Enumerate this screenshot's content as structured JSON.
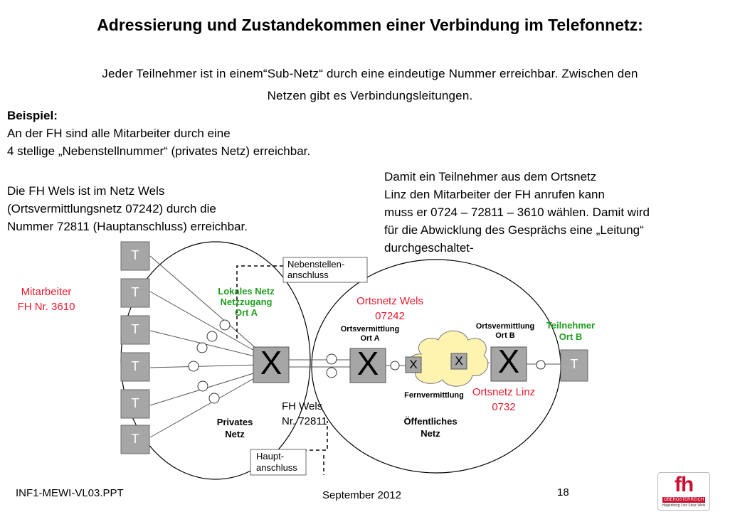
{
  "title": "Adressierung und Zustandekommen einer Verbindung im Telefonnetz:",
  "intro": {
    "line1": "Jeder Teilnehmer ist in einem“Sub-Netz“ durch eine eindeutige Nummer erreichbar. Zwischen den",
    "line2": "Netzen gibt es Verbindungsleitungen."
  },
  "example": {
    "heading": "Beispiel:",
    "line1": "An der FH sind alle Mitarbeiter durch eine",
    "line2": "4 stellige „Nebenstellnummer“ (privates Netz) erreichbar."
  },
  "left_text": {
    "line1": "Die FH Wels ist im Netz Wels",
    "line2": "(Ortsvermittlungsnetz 07242) durch die",
    "line3": "Nummer 72811 (Hauptanschluss) erreichbar."
  },
  "right_text": {
    "line1": "Damit ein Teilnehmer aus dem Ortsnetz",
    "line2": "Linz den Mitarbeiter der FH anrufen kann",
    "line3": "muss er 0724 – 72811 – 3610 wählen. Damit wird",
    "line4": "für die Abwicklung des Gesprächs eine „Leitung“",
    "line5": "durchgeschaltet-"
  },
  "diagram": {
    "phone_symbol": "T",
    "switch_symbol": "X",
    "mitarbeiter": {
      "line1": "Mitarbeiter",
      "line2": "FH Nr. 3610"
    },
    "nebenstelle": {
      "line1": "Nebenstellen-",
      "line2": "anschluss"
    },
    "lokales_netz": {
      "line1": "Lokales  Netz",
      "line2": "Netzzugang",
      "line3": "Ort A"
    },
    "ortsnetz_wels": {
      "line1": "Ortsnetz Wels",
      "line2": "07242"
    },
    "ortsvermittlung_a": {
      "line1": "Ortsvermittlung",
      "line2": "Ort A"
    },
    "ortsvermittlung_b": {
      "line1": "Ortsvermittlung",
      "line2": "Ort B"
    },
    "teilnehmer_b": {
      "line1": "Teilnehmer",
      "line2": "Ort B"
    },
    "fernvermittlung": "Fernvermittlung",
    "ortsnetz_linz": {
      "line1": "Ortsnetz Linz",
      "line2": "0732"
    },
    "fh_wels": {
      "line1": "FH Wels",
      "line2": "Nr. 72811"
    },
    "privates_netz": {
      "line1": "Privates",
      "line2": "Netz"
    },
    "oeffentliches_netz": {
      "line1": "Öffentliches",
      "line2": "Netz"
    },
    "hauptanschluss": {
      "line1": "Haupt-",
      "line2": "anschluss"
    }
  },
  "footer": {
    "left": "INF1-MEWI-VL03.PPT",
    "center": "September 2012",
    "page": "18",
    "logo": {
      "mark": "fh",
      "text": "OBERÖSTERREICH",
      "tagline": "Hagenberg  Linz  Steyr  Wels"
    }
  },
  "colors": {
    "red": "#e8192c",
    "green": "#1e9e1e",
    "logo_red": "#c8102e",
    "box_gray": "#a6a6a6"
  }
}
